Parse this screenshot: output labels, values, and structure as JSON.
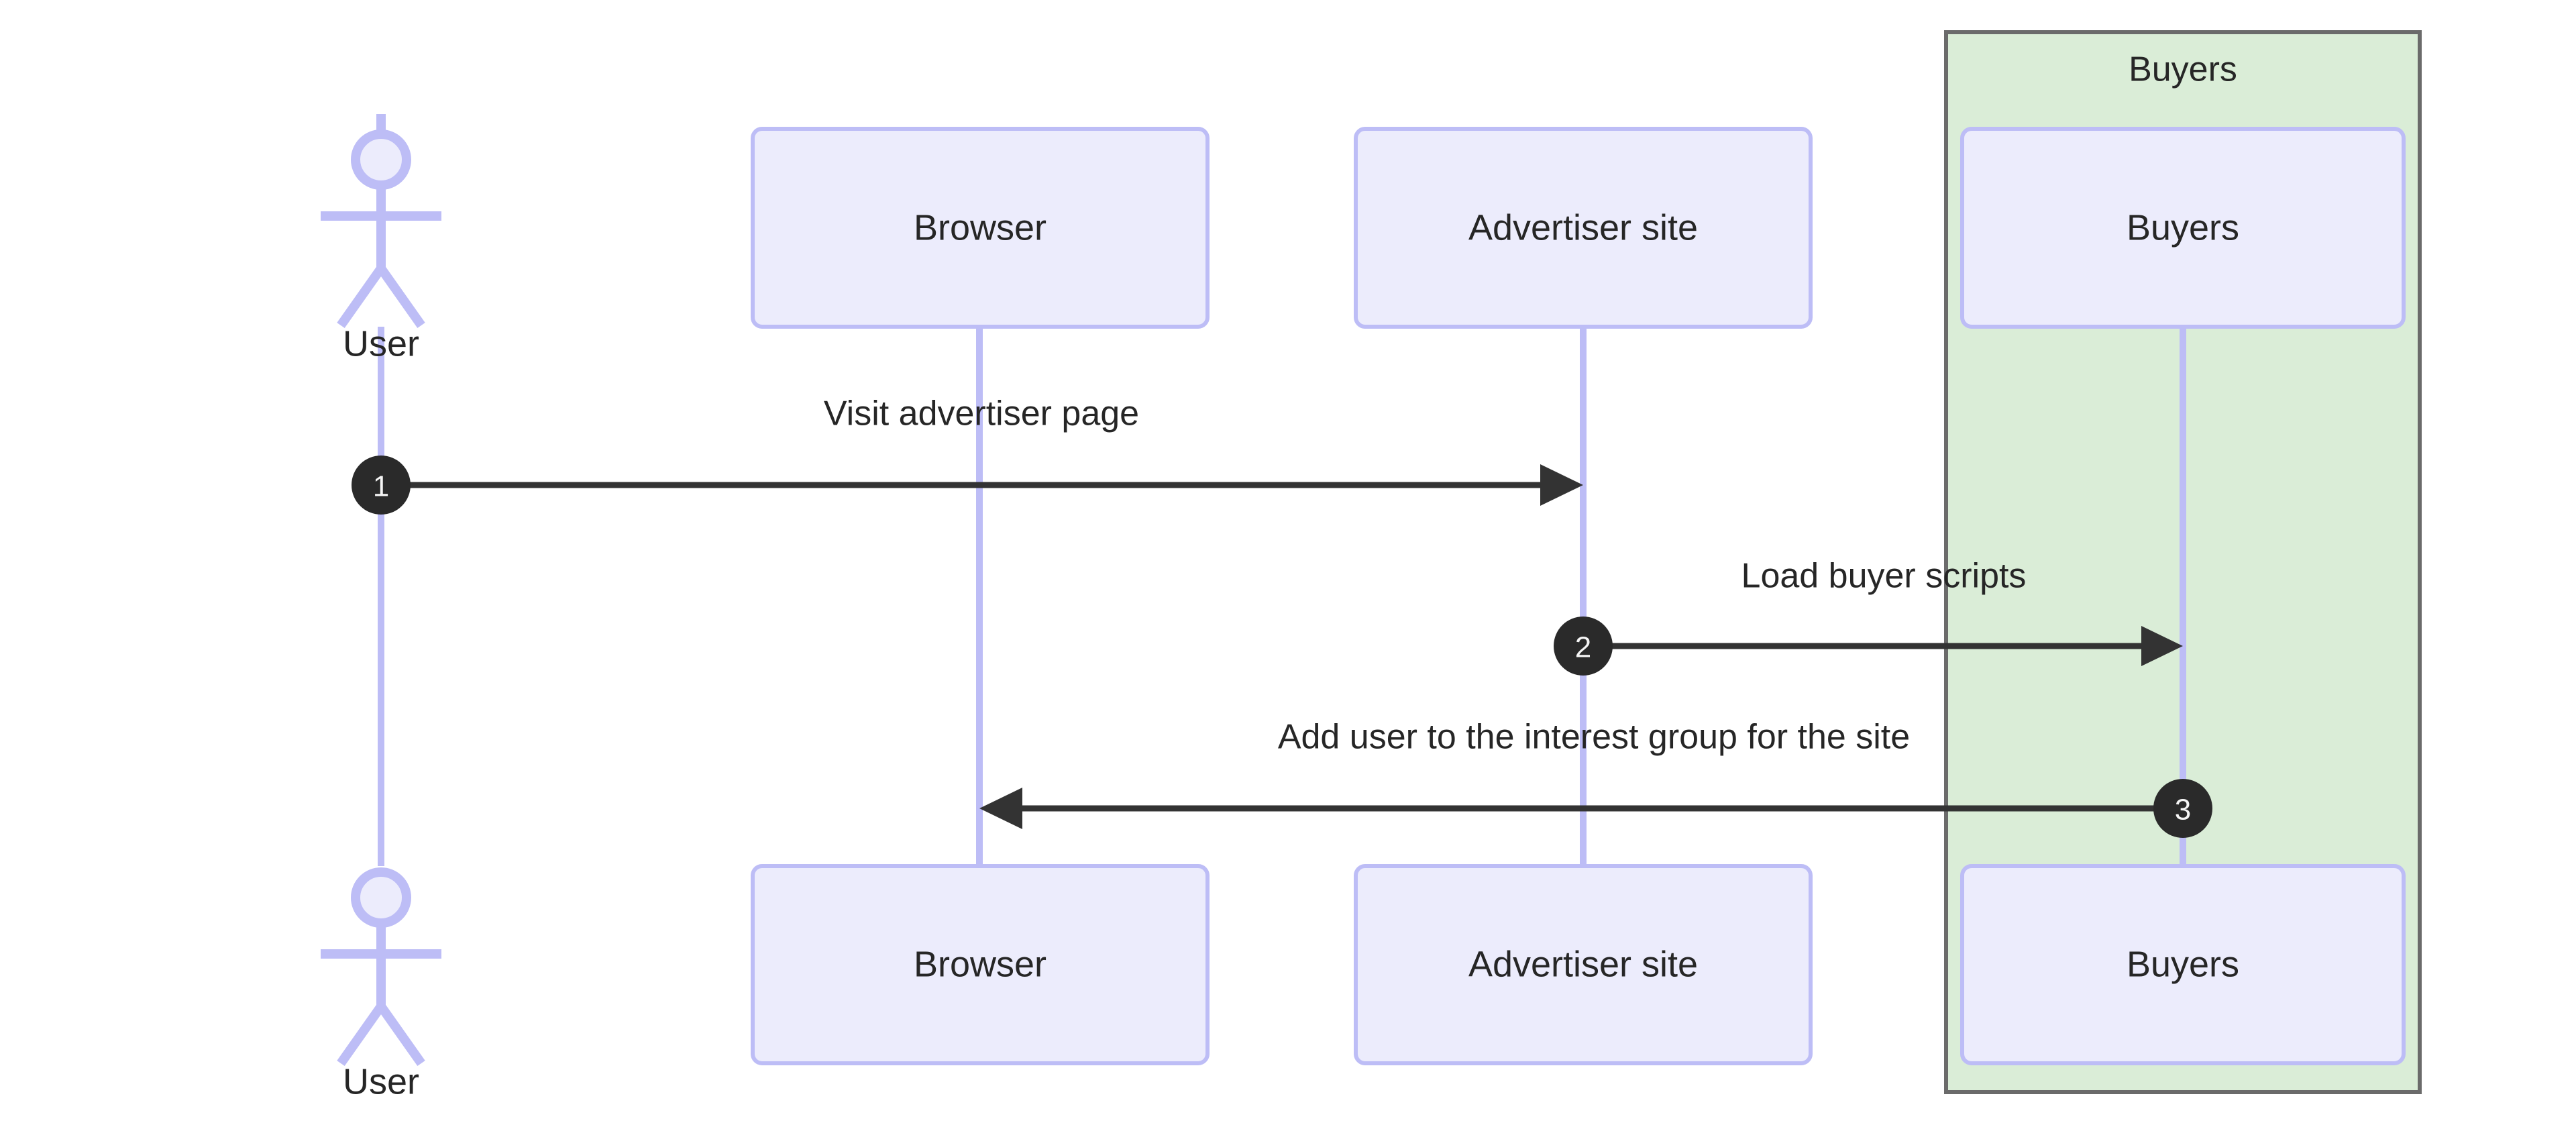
{
  "diagram": {
    "type": "sequence-diagram",
    "title": "",
    "groups": [
      {
        "id": "buyers-group",
        "label": "Buyers",
        "fill": "#daedd7",
        "border": "#6b6b6b"
      }
    ],
    "participants": [
      {
        "id": "user",
        "label": "User",
        "kind": "actor"
      },
      {
        "id": "browser",
        "label": "Browser",
        "kind": "box"
      },
      {
        "id": "advertiser",
        "label": "Advertiser site",
        "kind": "box"
      },
      {
        "id": "buyers",
        "label": "Buyers",
        "kind": "box",
        "group": "buyers-group"
      }
    ],
    "messages": [
      {
        "number": "1",
        "label": "Visit advertiser page",
        "from": "user",
        "to": "advertiser",
        "direction": "right"
      },
      {
        "number": "2",
        "label": "Load buyer scripts",
        "from": "advertiser",
        "to": "buyers",
        "direction": "right"
      },
      {
        "number": "3",
        "label": "Add user to the interest group for the site",
        "from": "buyers",
        "to": "browser",
        "direction": "left"
      }
    ],
    "colors": {
      "participant_fill": "#ececfc",
      "participant_border": "#bdbdf6",
      "lifeline": "#bdbdf6",
      "group_fill": "#daedd7",
      "group_border": "#6b6b6b",
      "message_line": "#333333",
      "badge_fill": "#2a2a2a",
      "badge_text": "#f5f5f5",
      "text": "#262626",
      "background": "#ffffff"
    }
  }
}
